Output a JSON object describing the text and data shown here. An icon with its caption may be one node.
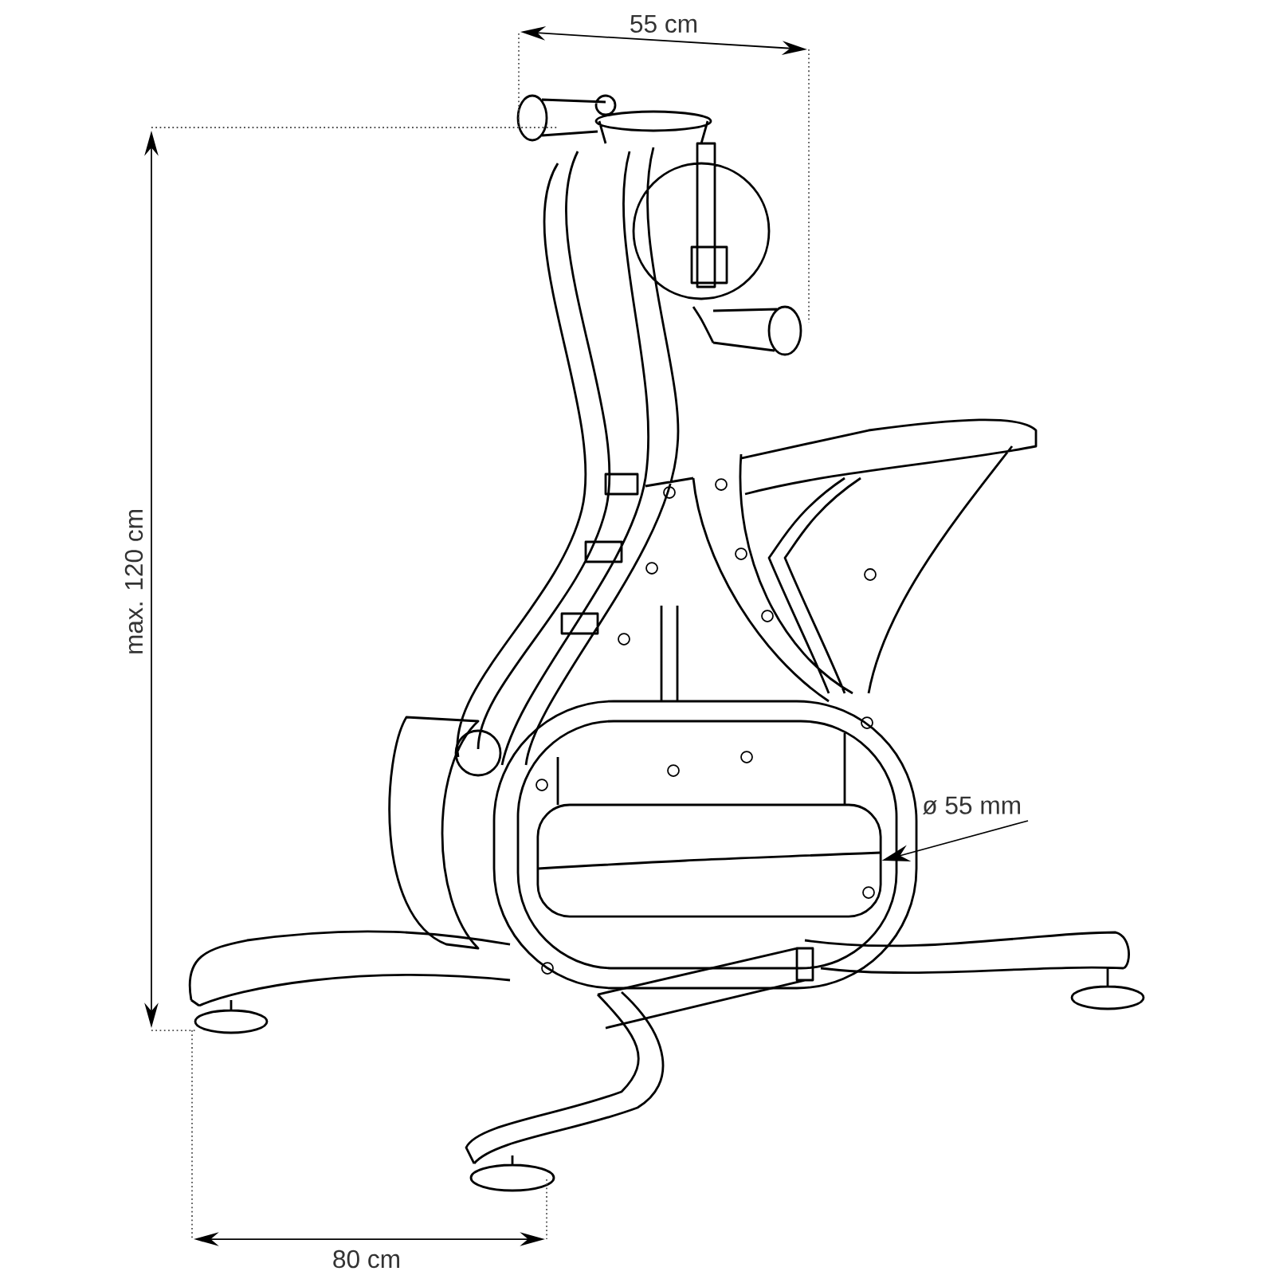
{
  "diagram": {
    "nodes": [
      {
        "text": [
          "ø 55 mm"
        ]
      },
      {
        "text": [],
        "shape": "cylinder"
      }
    ],
    "edges": [
      {
        "from": 0,
        "to": 1,
        "arrow": "to"
      }
    ],
    "labels": [
      "55 cm",
      "max. 120 cm",
      "80 cm"
    ]
  }
}
